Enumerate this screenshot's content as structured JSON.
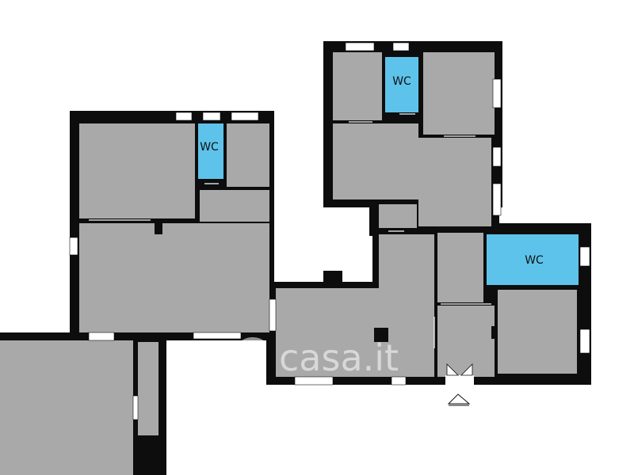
{
  "floorplan": {
    "wc_labels": [
      "WC",
      "WC",
      "WC"
    ],
    "watermark": "casa.it"
  },
  "colors": {
    "wall": "#0d0d0d",
    "room_fill": "#a9a9a9",
    "wc_fill": "#5ec3ea",
    "window": "#ffffff",
    "background": "#ffffff"
  },
  "icons": [
    "entrance-door-icon",
    "entrance-arrow-icon",
    "watermark-logo-icon"
  ]
}
